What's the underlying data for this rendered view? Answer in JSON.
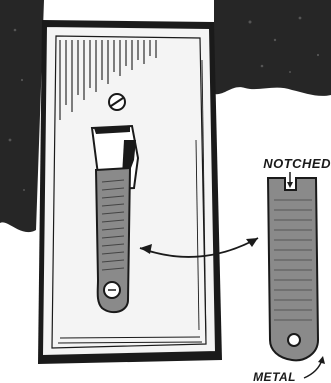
{
  "illustration": {
    "subject": "toggle-switch-with-notched-metal-extension",
    "labels": {
      "notched": "NOTCHED",
      "metal": "METAL"
    },
    "colors": {
      "ink": "#1a1a1a",
      "paper": "#ffffff",
      "wall_dark": "#262626",
      "plate_light": "#f4f4f4",
      "shade": "#8a8a8a"
    }
  }
}
